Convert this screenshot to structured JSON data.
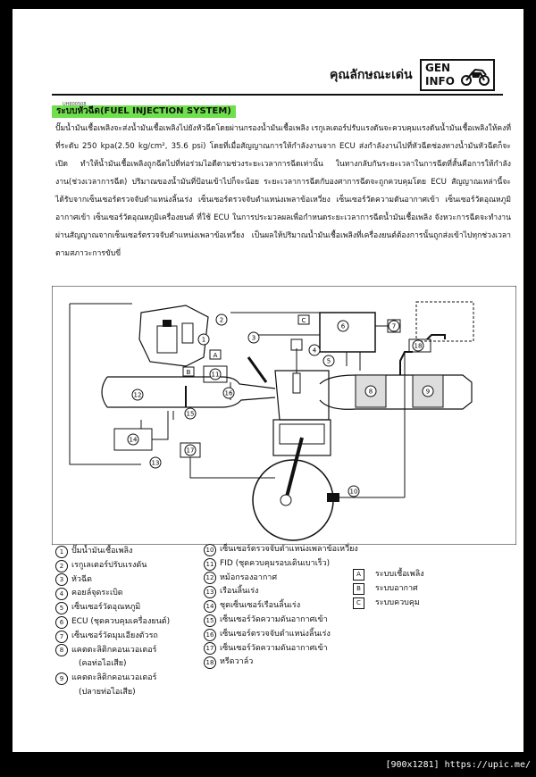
{
  "header": {
    "title": "คุณลักษณะเด่น",
    "badge_line1": "GEN",
    "badge_line2": "INFO",
    "badge_icon": "motorcycle-icon"
  },
  "doc_code": "UH800508",
  "section": {
    "heading": "ระบบหัวฉีด(FUEL INJECTION SYSTEM)",
    "heading_color": "#6fe04c",
    "body": "ปั๊มน้ำมันเชื้อเพลิงจะส่งน้ำมันเชื้อเพลิงไปยังหัวฉีดโดยผ่านกรองน้ำมันเชื้อเพลิง เรกูเลเตอร์ปรับแรงดันจะควบคุมแรงดันน้ำมันเชื้อเพลิงให้คงที่ที่ระดับ 250 kpa(2.50 kg/cm², 35.6 psi) โดยที่เมื่อสัญญาณการให้กำลังงานจาก ECU ส่งกำลังงานไปที่หัวฉีดช่องทางน้ำมันหัวฉีดก็จะเปิด ทำให้น้ำมันเชื้อเพลิงถูกฉีดไปที่ท่อร่วมไอดีตามช่วงระยะเวลาการฉีดเท่านั้น ในทางกลับกันระยะเวลาในการฉีดที่สั้นคือการให้กำลังงาน(ช่วงเวลาการฉีด) ปริมาณของน้ำมันที่ป้อนเข้าไปก็จะน้อย ระยะเวลาการฉีดกับองศาการฉีดจะถูกควบคุมโดย ECU สัญญาณเหล่านี้จะได้รับจากเซ็นเซอร์ตรวจจับตำแหน่งลิ้นเร่ง เซ็นเซอร์ตรวจจับตำแหน่งเพลาข้อเหวี่ยง เซ็นเซอร์วัดความดันอากาศเข้า เซ็นเซอร์วัดอุณหภูมิอากาศเข้า เซ็นเซอร์วัดอุณหภูมิเครื่องยนต์ ที่ใช้ ECU ในการประมวลผลเพื่อกำหนดระยะเวลาการฉีดน้ำมันเชื้อเพลิง จังหวะการฉีดจะทำงานผ่านสัญญาณจากเซ็นเซอร์ตรวจจับตำแหน่งเพลาข้อเหวี่ยง เป็นผลให้ปริมาณน้ำมันเชื้อเพลิงที่เครื่องยนต์ต้องการนั้นถูกส่งเข้าไปทุกช่วงเวลาตามสภาวะการขับขี่"
  },
  "diagram": {
    "callouts": [
      "1",
      "2",
      "3",
      "4",
      "5",
      "6",
      "7",
      "8",
      "9",
      "10",
      "11",
      "12",
      "13",
      "14",
      "15",
      "16",
      "17",
      "18"
    ],
    "letters": [
      "A",
      "B",
      "C"
    ]
  },
  "legend": {
    "left": [
      {
        "n": "1",
        "text": "ปั๊มน้ำมันเชื้อเพลิง"
      },
      {
        "n": "2",
        "text": "เรกูเลเตอร์ปรับแรงดัน"
      },
      {
        "n": "3",
        "text": "หัวฉีด"
      },
      {
        "n": "4",
        "text": "คอยล์จุดระเบิด"
      },
      {
        "n": "5",
        "text": "เซ็นเซอร์วัดอุณหภูมิ"
      },
      {
        "n": "6",
        "text": "ECU (ชุดควบคุมเครื่องยนต์)"
      },
      {
        "n": "7",
        "text": "เซ็นเซอร์วัดมุมเอียงตัวรถ"
      },
      {
        "n": "8",
        "text": "แคตตะลิติกคอนเวอเตอร์",
        "sub": "(คอท่อไอเสีย)"
      },
      {
        "n": "9",
        "text": "แคตตะลิติกคอนเวอเตอร์",
        "sub": "(ปลายท่อไอเสีย)"
      }
    ],
    "middle": [
      {
        "n": "10",
        "text": "เซ็นเซอร์ตรวจจับตำแหน่งเพลาข้อเหวี่ยง"
      },
      {
        "n": "11",
        "text": "FID (ชุดควบคุมรอบเดินเบาเร็ว)"
      },
      {
        "n": "12",
        "text": "หม้อกรองอากาศ"
      },
      {
        "n": "13",
        "text": "เรือนลิ้นเร่ง"
      },
      {
        "n": "14",
        "text": "ชุดเซ็นเซอร์เรือนลิ้นเร่ง"
      },
      {
        "n": "15",
        "text": "เซ็นเซอร์วัดความดันอากาศเข้า"
      },
      {
        "n": "16",
        "text": "เซ็นเซอร์ตรวจจับตำแหน่งลิ้นเร่ง"
      },
      {
        "n": "17",
        "text": "เซ็นเซอร์วัดความดันอากาศเข้า"
      },
      {
        "n": "18",
        "text": "หรีดวาล์ว"
      }
    ],
    "right": [
      {
        "n": "A",
        "text": "ระบบเชื้อเพลิง"
      },
      {
        "n": "B",
        "text": "ระบบอากาศ"
      },
      {
        "n": "C",
        "text": "ระบบควบคุม"
      }
    ]
  },
  "watermark": "[900x1281] https://upic.me/"
}
